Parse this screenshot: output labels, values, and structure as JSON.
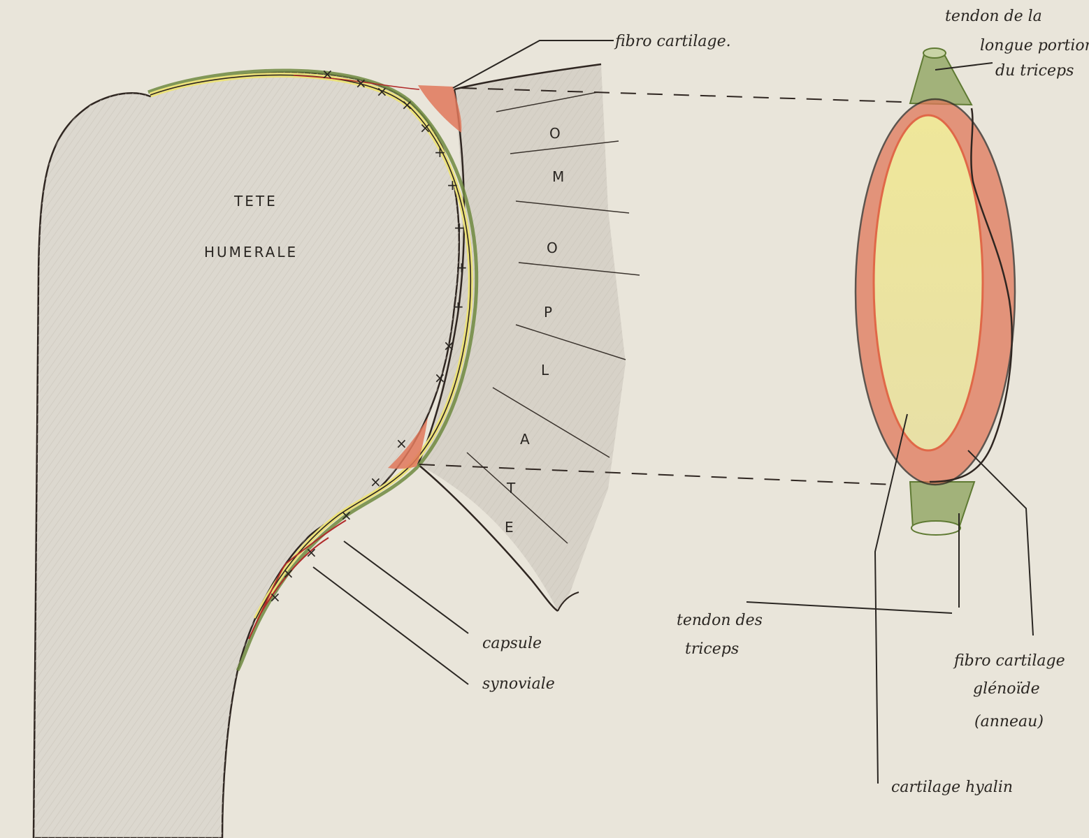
{
  "labels": {
    "head_line1": "TETE",
    "head_line2": "HUMERALE",
    "scapula_letters": [
      "O",
      "M",
      "O",
      "P",
      "L",
      "A",
      "T",
      "E"
    ],
    "fibrocartilage": "fibro cartilage.",
    "tendon_long_line1": "tendon de la",
    "tendon_long_line2": "longue portion",
    "tendon_long_line3": "du triceps",
    "capsule": "capsule",
    "synoviale": "synoviale",
    "tendon_triceps_line1": "tendon des",
    "tendon_triceps_line2": "triceps",
    "glenoid_line1": "fibro cartilage",
    "glenoid_line2": "glénoïde",
    "glenoid_line3": "(anneau)",
    "hyaline": "cartilage hyalin"
  },
  "colors": {
    "paper": "#e9e5da",
    "ink": "#2f2621",
    "bone_shade": "#d9d5cc",
    "cartilage_yellow": "#ece27a",
    "fibro_orange": "#e0785a",
    "synovial_green": "#6f8a3f",
    "capsule_red": "#b02a2a"
  }
}
